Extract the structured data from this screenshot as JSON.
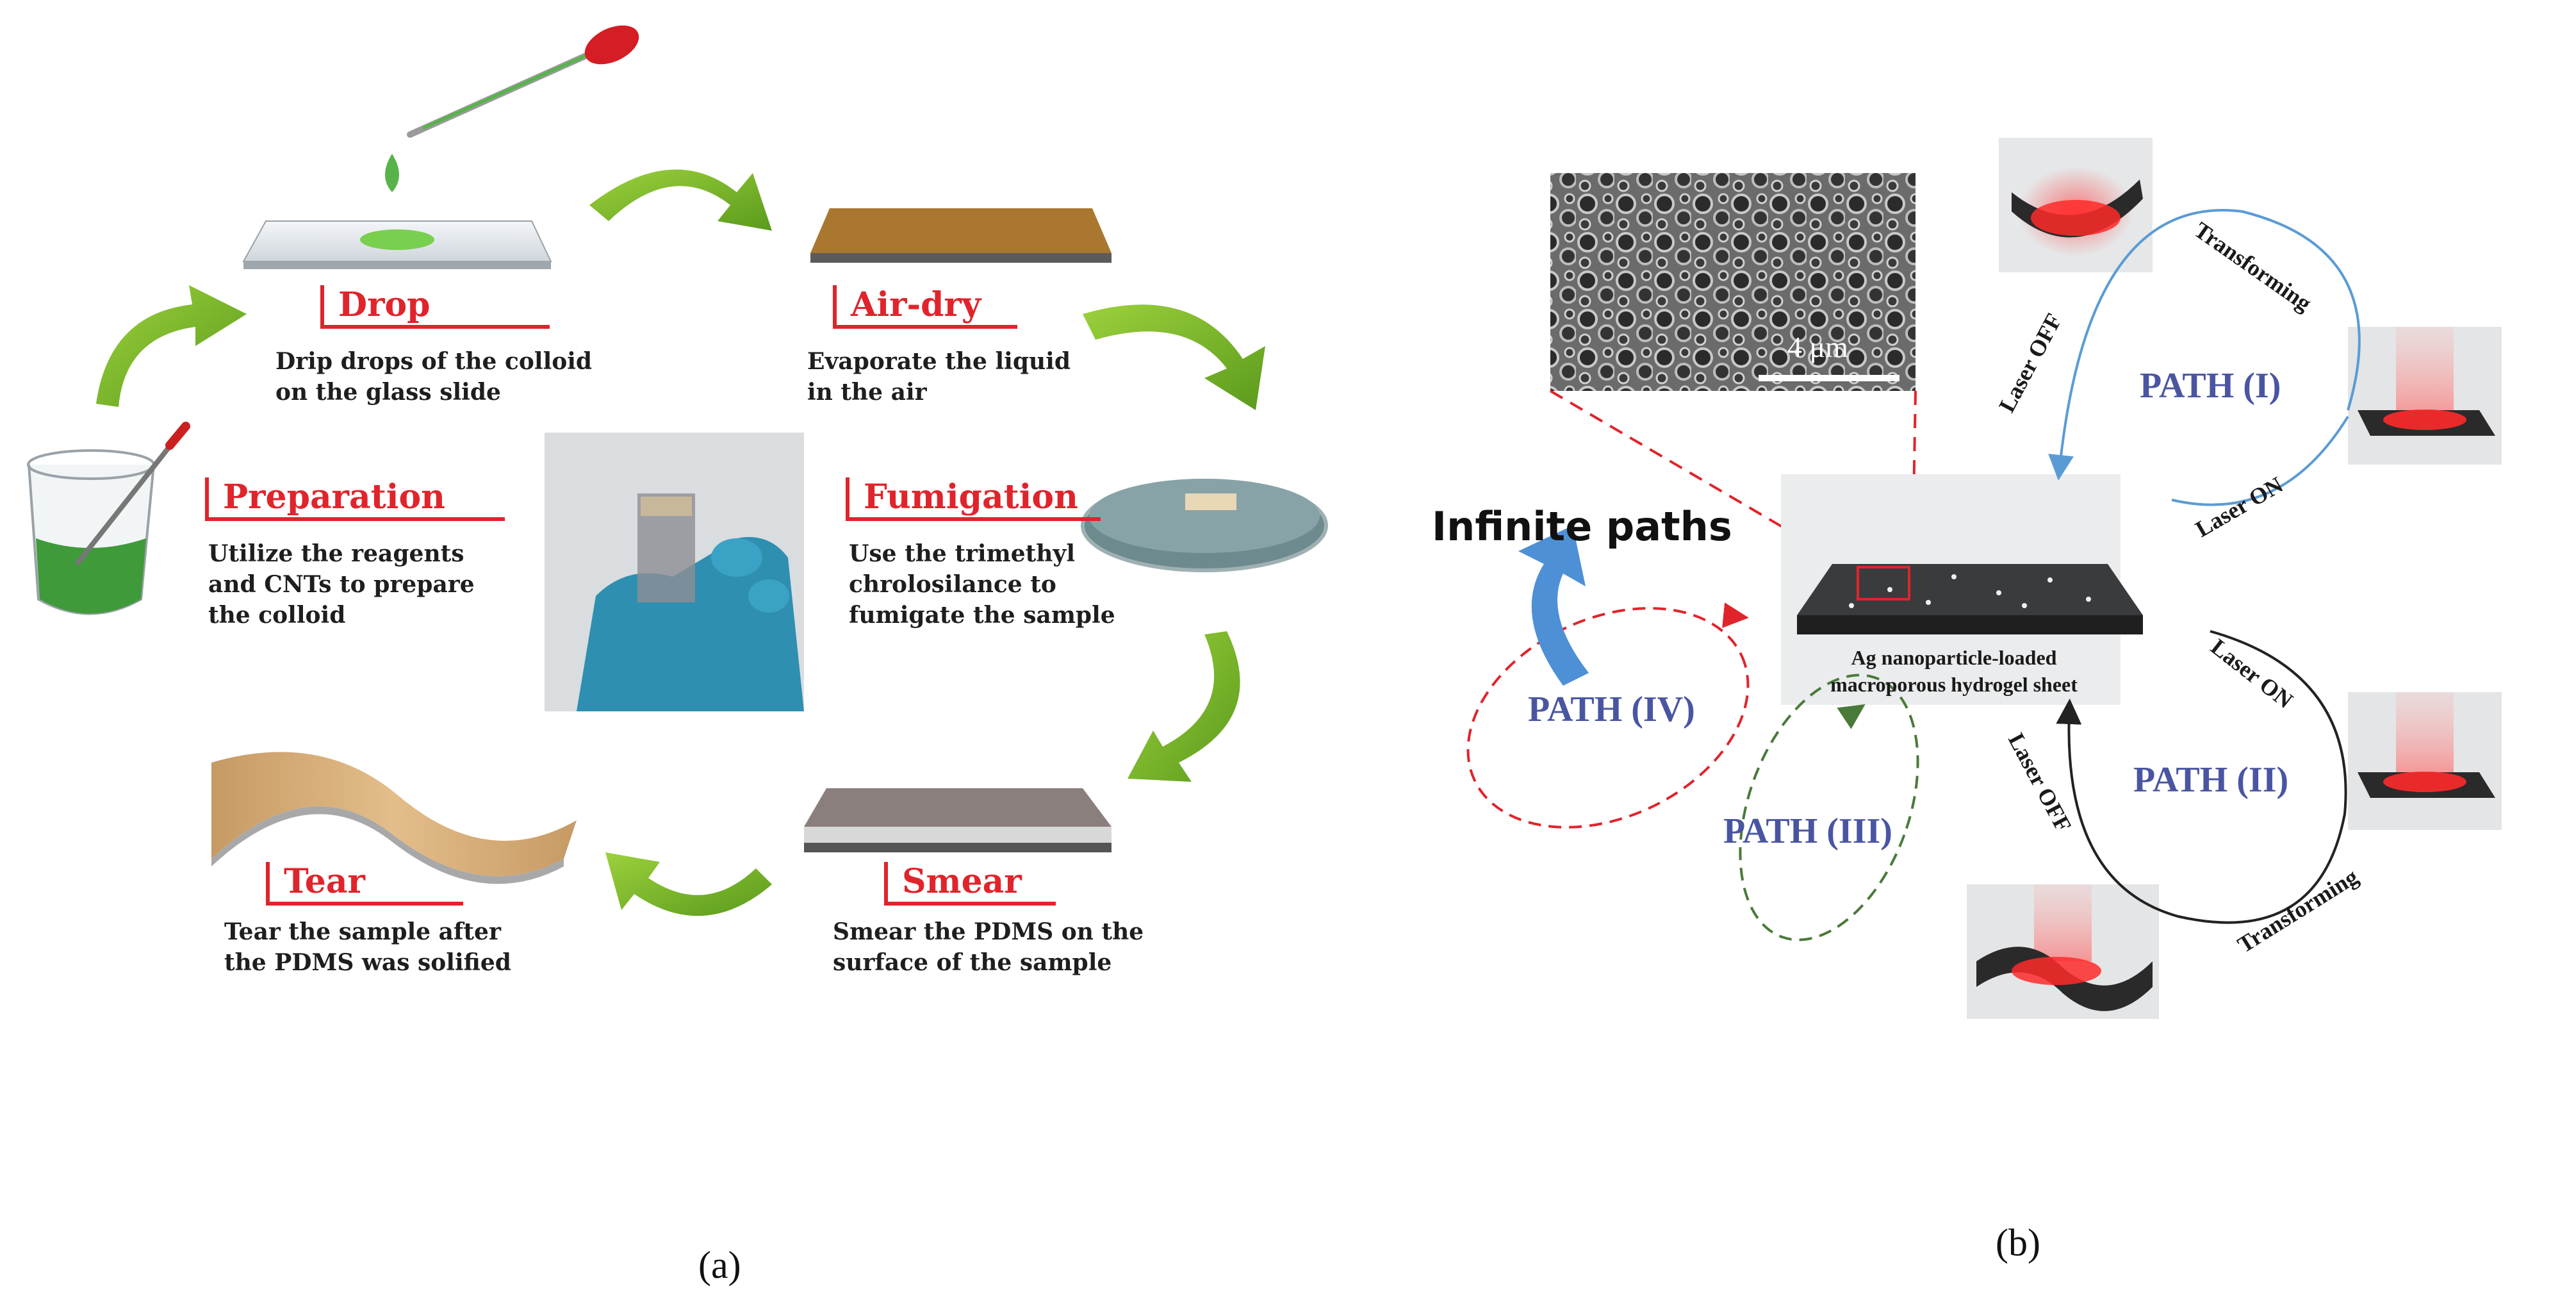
{
  "panel_a": {
    "caption": "(a)",
    "steps": [
      {
        "title": "Drop",
        "desc1": "Drip drops of the colloid",
        "desc2": "on the glass slide"
      },
      {
        "title": "Air-dry",
        "desc1": "Evaporate the liquid",
        "desc2": "in the air"
      },
      {
        "title": "Preparation",
        "desc1": "Utilize the reagents",
        "desc2": "and CNTs to prepare",
        "desc3": "the colloid"
      },
      {
        "title": "Fumigation",
        "desc1": "Use the trimethyl",
        "desc2": "chrolosilance to",
        "desc3": "fumigate the sample"
      },
      {
        "title": "Tear",
        "desc1": "Tear the sample after",
        "desc2": "the PDMS was solified"
      },
      {
        "title": "Smear",
        "desc1": "Smear the PDMS on the",
        "desc2": "surface of the sample"
      }
    ],
    "colors": {
      "accent_red": "#e0242b",
      "arrow_green": "#7fbf2a"
    }
  },
  "panel_b": {
    "caption": "(b)",
    "scale_bar": "4 μm",
    "infinite_paths": "Infinite paths",
    "sheet_label1": "Ag nanoparticle-loaded",
    "sheet_label2": "macroporous hydrogel sheet",
    "paths": {
      "p1": "PATH (I)",
      "p2": "PATH (II)",
      "p3": "PATH (III)",
      "p4": "PATH (IV)"
    },
    "laser_off": "Laser OFF",
    "laser_on": "Laser ON",
    "transforming": "Transforming",
    "colors": {
      "path_blue": "#4a55a2",
      "big_arrow": "#4d90d6",
      "laser_red": "#e8202a"
    }
  }
}
